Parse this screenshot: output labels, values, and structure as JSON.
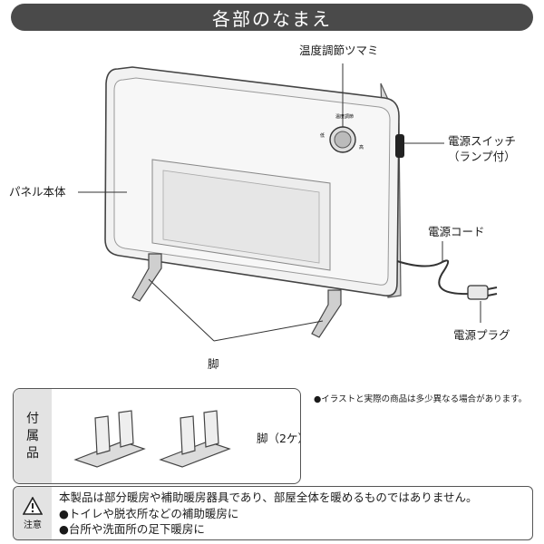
{
  "header": {
    "title": "各部のなまえ"
  },
  "labels": {
    "knob": "温度調節ツマミ",
    "switch_line1": "電源スイッチ",
    "switch_line2": "（ランプ付）",
    "panel": "パネル本体",
    "cord": "電源コード",
    "plug": "電源プラグ",
    "feet": "脚"
  },
  "knob_marks": {
    "top": "温度調節",
    "left": "低",
    "right": "高"
  },
  "note": "●イラストと実際の商品は多少異なる場合があります。",
  "accessories": {
    "side_label": [
      "付",
      "属",
      "品"
    ],
    "item_label": "脚（2ケ）"
  },
  "caution": {
    "side_label": "注意",
    "lines": [
      "本製品は部分暖房や補助暖房器具であり、部屋全体を暖めるものではありません。",
      "●トイレや脱衣所などの補助暖房に",
      "●台所や洗面所の足下暖房に"
    ]
  }
}
